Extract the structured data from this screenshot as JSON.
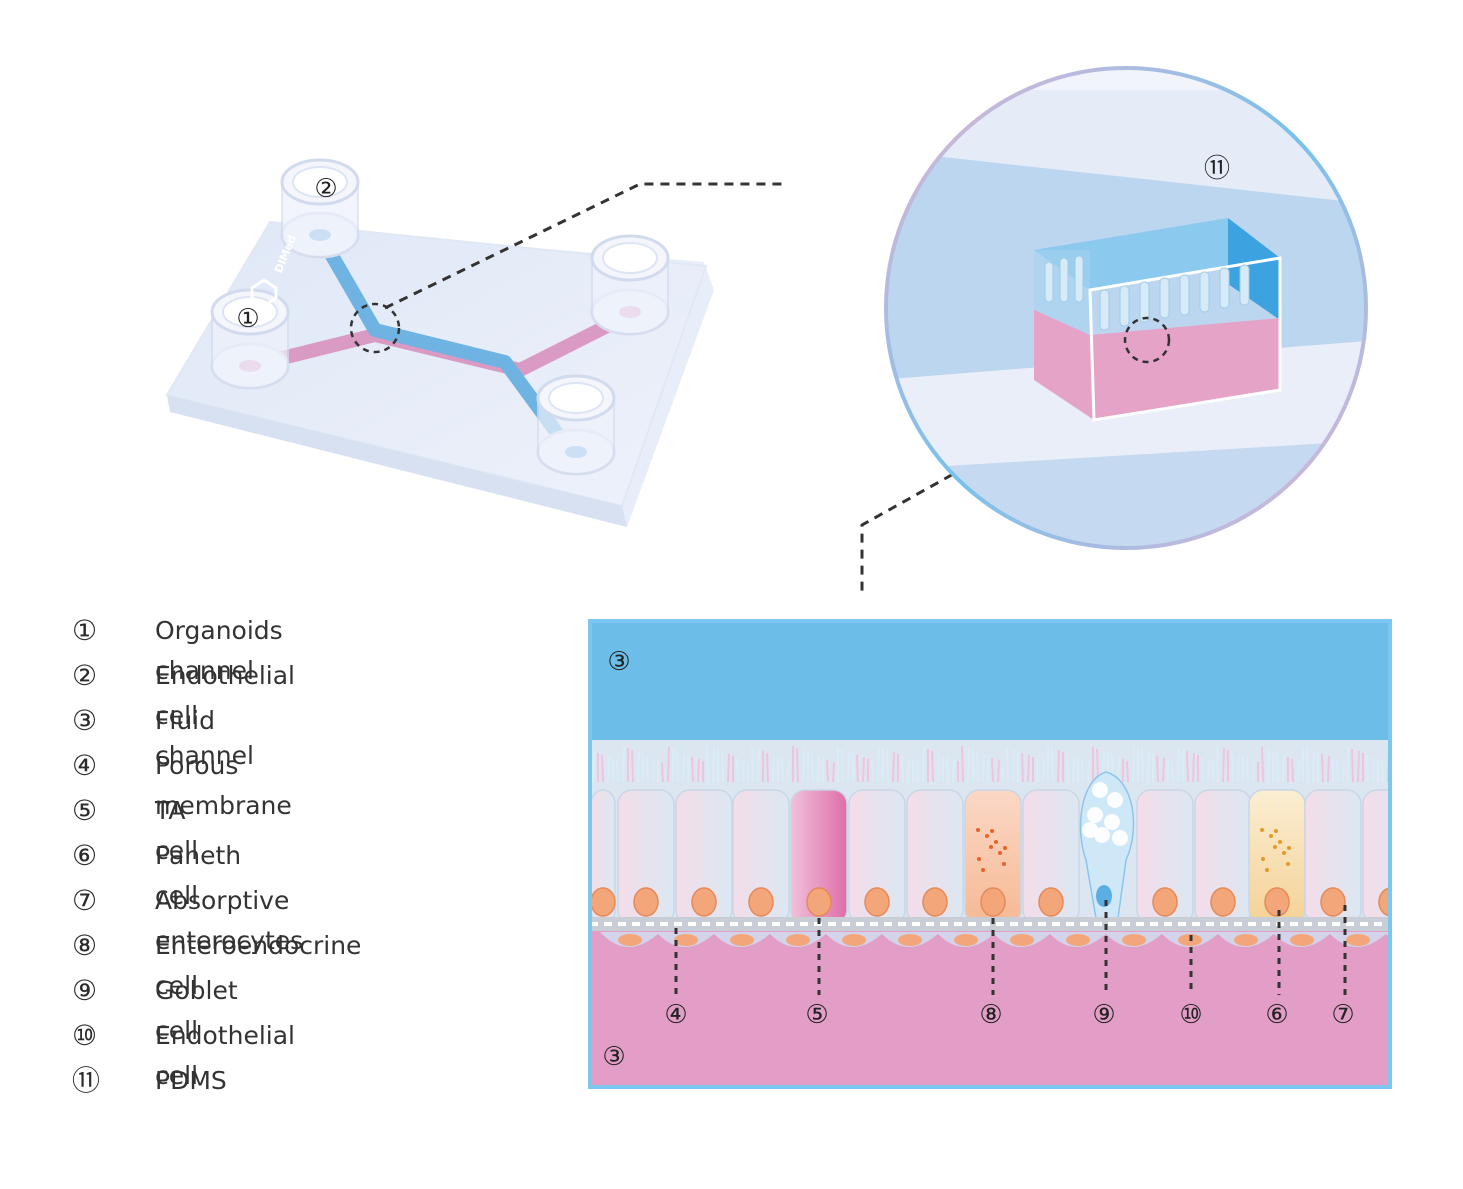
{
  "logo": {
    "text": "DIMed"
  },
  "markers": {
    "m1": "①",
    "m2": "②",
    "m11": "⑪",
    "m3_top": "③",
    "m3_bottom": "③",
    "m4": "④",
    "m5": "⑤",
    "m8": "⑧",
    "m9": "⑨",
    "m10": "⑩",
    "m6": "⑥",
    "m7": "⑦"
  },
  "legend": [
    {
      "num": "①",
      "label": "Organoids channel"
    },
    {
      "num": "②",
      "label": "Endothelial cell channel"
    },
    {
      "num": "③",
      "label": "Fluid"
    },
    {
      "num": "④",
      "label": "Porous membrane"
    },
    {
      "num": "⑤",
      "label": "TA cell"
    },
    {
      "num": "⑥",
      "label": "Paneth cell"
    },
    {
      "num": "⑦",
      "label": "Absorptive enterocytes"
    },
    {
      "num": "⑧",
      "label": "Enteroendocrine cell"
    },
    {
      "num": "⑨",
      "label": "Goblet cell"
    },
    {
      "num": "⑩",
      "label": "Endothelial cell"
    },
    {
      "num": "⑪",
      "label": "PDMS"
    }
  ],
  "colors": {
    "fluid_top": "#6cbde8",
    "fluid_bottom": "#e29ec6",
    "chip": "#e4ecf8",
    "blue_channel": "#6fb3e3",
    "pink_channel": "#d99ac4",
    "ta_cell": "#e58cbd",
    "enteroendocrine": "#f7c3a3",
    "paneth": "#f7dca4",
    "goblet": "#cfe8f8",
    "nucleus": "#f3a67a"
  }
}
